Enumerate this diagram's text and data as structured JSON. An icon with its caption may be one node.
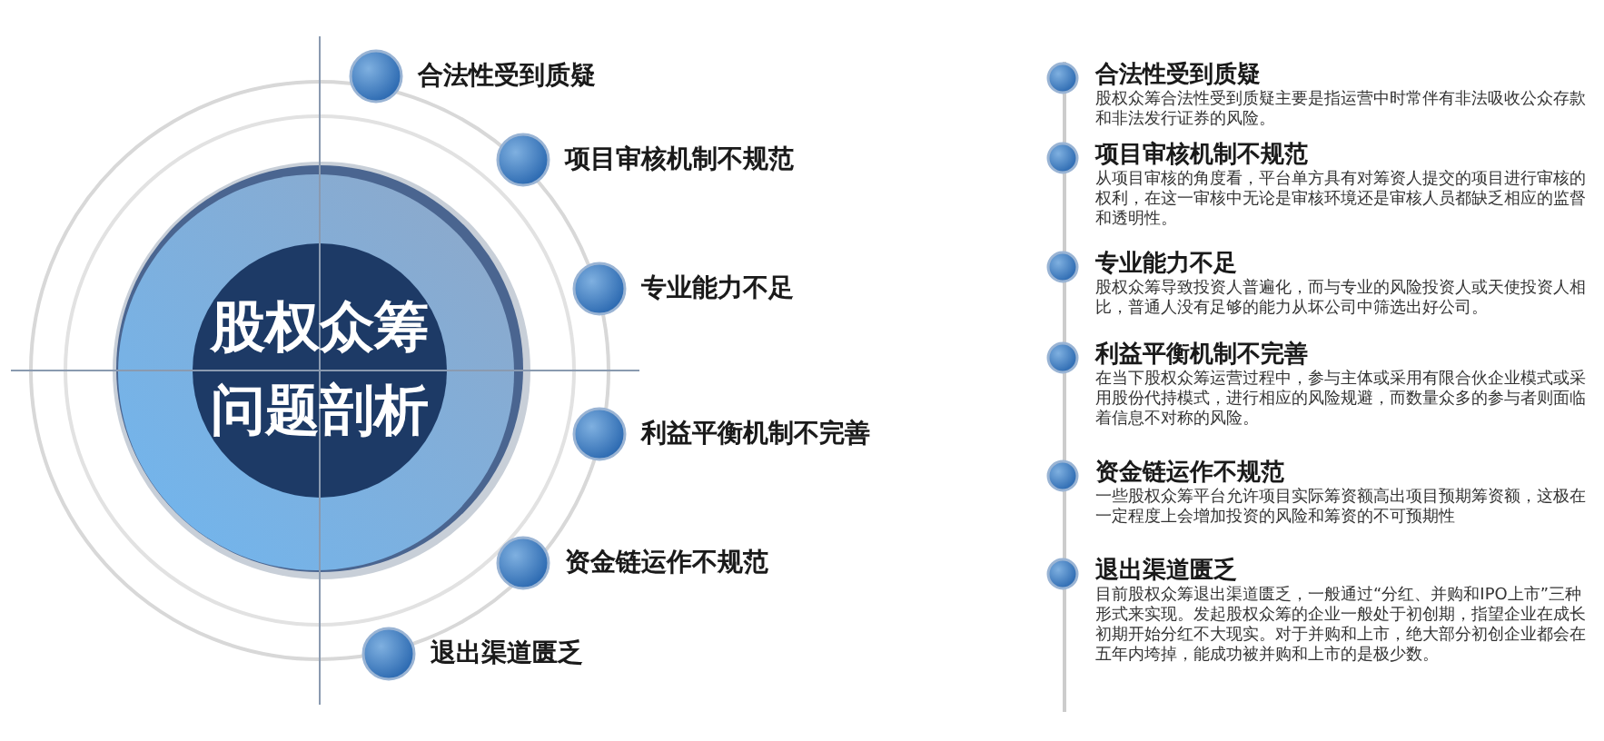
{
  "diagram": {
    "nodes": [
      {
        "text": [
          "股权众筹问题剖析"
        ]
      },
      {
        "text": [
          "合法性受到质疑"
        ]
      },
      {
        "text": [
          "项目审核机制不规范"
        ]
      },
      {
        "text": [
          "专业能力不足"
        ]
      },
      {
        "text": [
          "利益平衡机制不完善"
        ]
      },
      {
        "text": [
          "资金链运作不规范"
        ]
      },
      {
        "text": [
          "退出渠道匮乏"
        ]
      },
      {
        "text": [
          "合法性受到质疑",
          "股权众筹合法性受到质疑主要是指运营中时常伴有非法吸收公众存款和非法发行证券的风险。"
        ]
      },
      {
        "text": [
          "项目审核机制不规范",
          "从项目审核的角度看，平台单方具有对筹资人提交的项目进行审核的权利，在这一审核中无论是审核环境还是审核人员都缺乏相应的监督和透明性。"
        ]
      },
      {
        "text": [
          "专业能力不足",
          "股权众筹导致投资人普遍化，而与专业的风险投资人或天使投资人相比，普通人没有足够的能力从坏公司中筛选出好公司。"
        ]
      },
      {
        "text": [
          "利益平衡机制不完善",
          "在当下股权众筹运营过程中，参与主体或采用有限合伙企业模式或采用股份代持模式，进行相应的风险规避，而数量众多的参与者则面临着信息不对称的风险。"
        ]
      },
      {
        "text": [
          "资金链运作不规范",
          "一些股权众筹平台允许项目实际筹资额高出项目预期筹资额，这极在一定程度上会增加投资的风险和筹资的不可预期性"
        ]
      },
      {
        "text": [
          "退出渠道匮乏",
          "目前股权众筹退出渠道匮乏，一般通过“分红、并购和IPO上市”三种形式来实现。发起股权众筹的企业一般处于初创期，指望企业在成长初期开始分红不大现实。对于并购和上市，绝大部分初创企业都会在五年内垮掉，能成功被并购和上市的是极少数。"
        ]
      }
    ]
  }
}
